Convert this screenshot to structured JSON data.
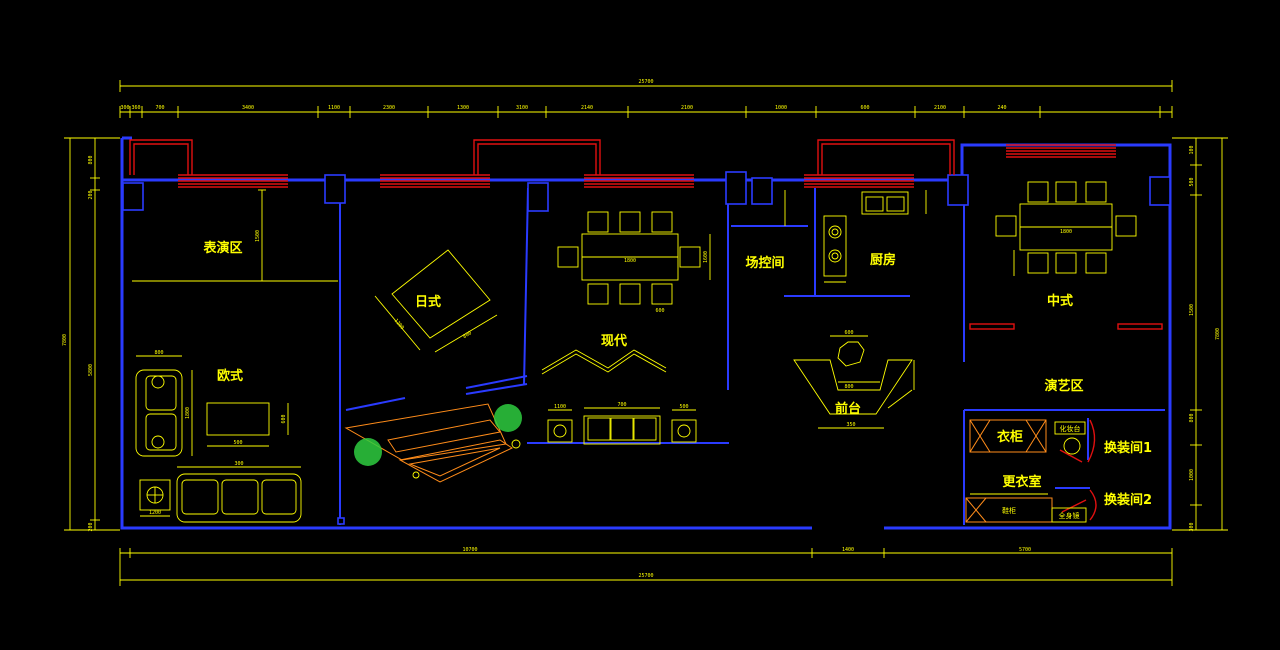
{
  "drawing": {
    "background": "#000000",
    "colors": {
      "wall": "#2a3bff",
      "window": "#e01010",
      "furniture": "#ffff00",
      "accent": "#ff8c1a",
      "plant": "#2ecc40"
    }
  },
  "rooms": {
    "performance": "表演区",
    "european": "欧式",
    "japanese": "日式",
    "modern": "现代",
    "control": "场控间",
    "kitchen": "厨房",
    "chinese": "中式",
    "show_area": "演艺区",
    "front_desk": "前台",
    "wardrobe": "衣柜",
    "dressing": "更衣室",
    "changing1": "换装间1",
    "changing2": "换装间2",
    "makeup": "化妆台",
    "shoe_cabinet": "鞋柜",
    "full_mirror": "全身镜"
  },
  "dims": {
    "top_total": "25700",
    "bottom_total": "25700",
    "bottom_left": "10700",
    "bottom_door": "1400",
    "bottom_right": "5700",
    "left_total": "7800",
    "right_total": "7800",
    "top_segments": [
      "300",
      "360",
      "700",
      "3400",
      "1100",
      "2300",
      "1300",
      "3100",
      "2140",
      "2100",
      "1000",
      "600",
      "2100",
      "240"
    ],
    "left_segments": [
      "800",
      "200",
      "5800",
      "200"
    ],
    "right_segments": [
      "100",
      "500",
      "1500",
      "800",
      "1000",
      "300"
    ],
    "furniture": [
      "1500",
      "800",
      "1800",
      "500",
      "600",
      "300",
      "1200",
      "1200",
      "800",
      "1800",
      "1600",
      "600",
      "700",
      "1100",
      "500",
      "600",
      "800",
      "350",
      "1800"
    ]
  }
}
